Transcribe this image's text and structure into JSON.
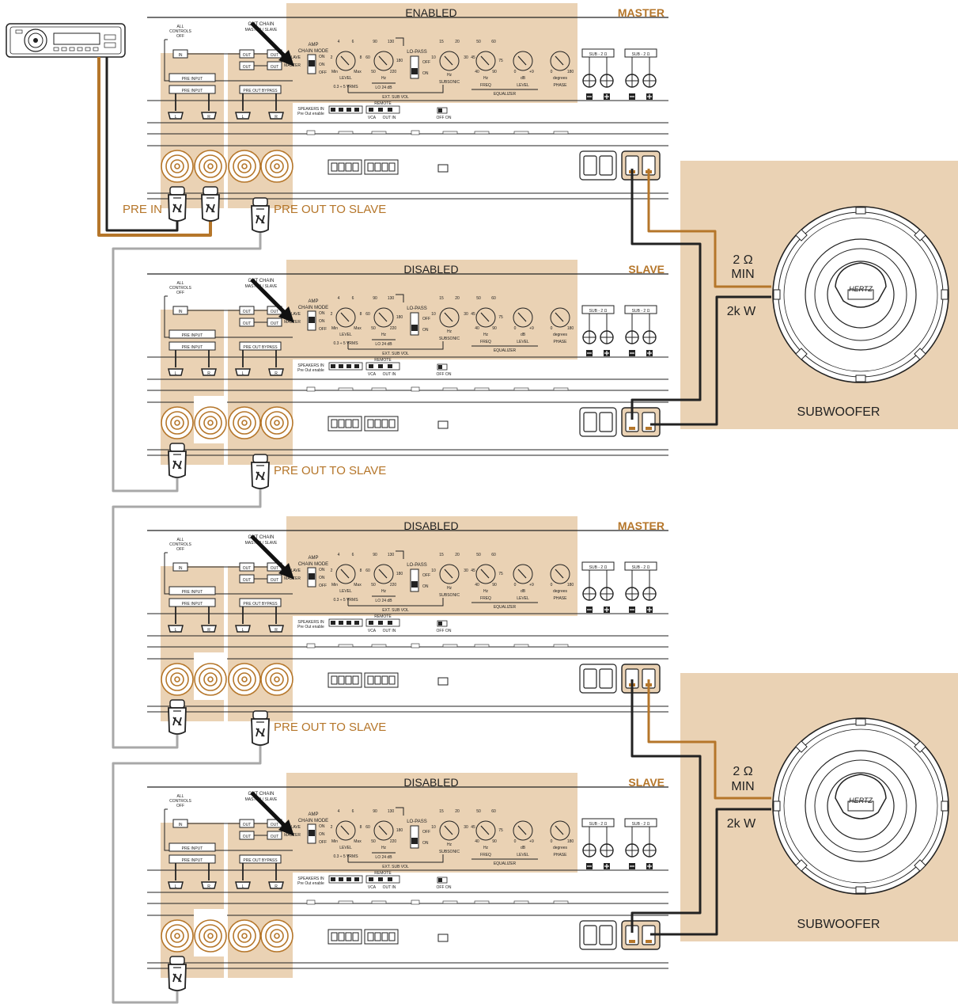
{
  "colors": {
    "panel": "#ead2b4",
    "accent": "#b5762a",
    "line": "#222222",
    "gray_cable": "#a8a8a8"
  },
  "amp_labels": {
    "all_controls": "ALL",
    "controls": "CONTROLS",
    "off": "OFF",
    "out_chain": "OUT CHAIN",
    "master_slave": "MASTER / SLAVE",
    "in": "IN",
    "out": "OUT",
    "pre_input": "PRE INPUT",
    "pre_out_bypass": "PRE OUT BYPASS",
    "amp": "AMP",
    "chain_mode": "CHAIN MODE",
    "slave": "SLAVE",
    "master": "MASTER",
    "on": "ON",
    "level": "LEVEL",
    "vrms": "0.3 ÷ 5 VRMS",
    "min": "Min",
    "max": "Max",
    "hz": "Hz",
    "lo24": "LO 24 dB",
    "lo_pass": "LO-PASS",
    "subsonic": "SUBSONIC",
    "freq": "FREQ",
    "db": "dB",
    "phase": "PHASE",
    "degrees": "degrees",
    "equalizer": "EQUALIZER",
    "ext_sub_vol": "EXT. SUB VOL",
    "speakers_in": "SPEAKERS IN",
    "pre_out_enable": "Pre Out enable",
    "remote": "REMOTE",
    "vca": "VCA",
    "out_in": "OUT IN",
    "off_on": "OFF ON",
    "sub_2ohm": "SUB - 2 Ω",
    "l": "L",
    "r": "R",
    "minus": "−",
    "plus": "+",
    "k4": "4",
    "k6": "6",
    "k2": "2",
    "k8": "8",
    "k90": "90",
    "k130": "130",
    "k60": "60",
    "k180": "180",
    "k50": "50",
    "k220": "220",
    "k15": "15",
    "k20": "20",
    "k10": "10",
    "k30": "30",
    "k45": "45",
    "k75": "75",
    "k40": "40",
    "k0": "0",
    "k9": "+9"
  },
  "amplifiers": [
    {
      "status": "ENABLED",
      "role": "MASTER"
    },
    {
      "status": "DISABLED",
      "role": "SLAVE"
    },
    {
      "status": "DISABLED",
      "role": "MASTER"
    },
    {
      "status": "DISABLED",
      "role": "SLAVE"
    }
  ],
  "connections": {
    "pre_in": "PRE IN",
    "pre_out_to_slave": "PRE OUT TO SLAVE"
  },
  "subwoofers": [
    {
      "impedance": "2 Ω",
      "impedance_sub": "MIN",
      "power": "2k W",
      "label": "SUBWOOFER",
      "brand": "HERTZ"
    },
    {
      "impedance": "2 Ω",
      "impedance_sub": "MIN",
      "power": "2k W",
      "label": "SUBWOOFER",
      "brand": "HERTZ"
    }
  ]
}
